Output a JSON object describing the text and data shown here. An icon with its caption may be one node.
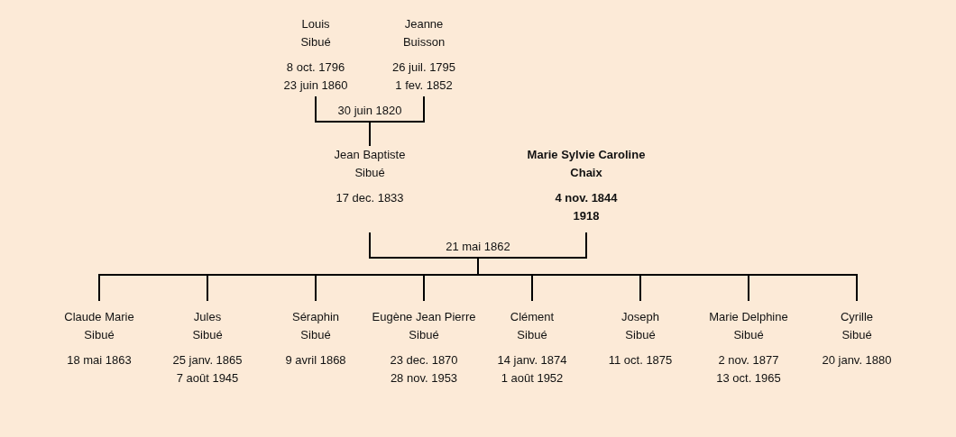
{
  "diagram": {
    "nodes": [
      {
        "text": [
          "Louis Sibué",
          "8 oct. 1796",
          "23 juin 1860"
        ]
      },
      {
        "text": [
          "Jeanne Buisson",
          "26 juil. 1795",
          "1 fev. 1852"
        ]
      },
      {
        "text": [
          "Jean Baptiste Sibué",
          "17 dec. 1833"
        ]
      },
      {
        "text": [
          "Marie Sylvie Caroline Chaix",
          "4 nov. 1844",
          "1918"
        ]
      },
      {
        "text": [
          "Claude Marie Sibué",
          "18 mai 1863"
        ]
      },
      {
        "text": [
          "Jules Sibué",
          "25 janv. 1865",
          "7 août 1945"
        ]
      },
      {
        "text": [
          "Séraphin Sibué",
          "9 avril 1868"
        ]
      },
      {
        "text": [
          "Eugène Jean Pierre Sibué",
          "23 dec. 1870",
          "28 nov. 1953"
        ]
      },
      {
        "text": [
          "Clément Sibué",
          "14 janv. 1874",
          "1 août 1952"
        ]
      },
      {
        "text": [
          "Joseph Sibué",
          "11 oct. 1875"
        ]
      },
      {
        "text": [
          "Marie Delphine Sibué",
          "2 nov. 1877",
          "13 oct. 1965"
        ]
      },
      {
        "text": [
          "Cyrille Sibué",
          "20 janv. 1880"
        ]
      }
    ],
    "edges": [
      {
        "from": 0,
        "to": 1,
        "arrow": "none",
        "label": "30 juin 1820"
      },
      {
        "from": 0,
        "to": 2,
        "arrow": "none"
      },
      {
        "from": 1,
        "to": 2,
        "arrow": "none"
      },
      {
        "from": 2,
        "to": 3,
        "arrow": "none",
        "label": "21 mai 1862"
      },
      {
        "from": 2,
        "to": 4,
        "arrow": "none"
      },
      {
        "from": 2,
        "to": 5,
        "arrow": "none"
      },
      {
        "from": 2,
        "to": 6,
        "arrow": "none"
      },
      {
        "from": 2,
        "to": 7,
        "arrow": "none"
      },
      {
        "from": 2,
        "to": 8,
        "arrow": "none"
      },
      {
        "from": 2,
        "to": 9,
        "arrow": "none"
      },
      {
        "from": 2,
        "to": 10,
        "arrow": "none"
      },
      {
        "from": 2,
        "to": 11,
        "arrow": "none"
      },
      {
        "from": 3,
        "to": 4,
        "arrow": "none"
      },
      {
        "from": 3,
        "to": 5,
        "arrow": "none"
      },
      {
        "from": 3,
        "to": 6,
        "arrow": "none"
      },
      {
        "from": 3,
        "to": 7,
        "arrow": "none"
      },
      {
        "from": 3,
        "to": 8,
        "arrow": "none"
      },
      {
        "from": 3,
        "to": 9,
        "arrow": "none"
      },
      {
        "from": 3,
        "to": 10,
        "arrow": "none"
      },
      {
        "from": 3,
        "to": 11,
        "arrow": "none"
      }
    ]
  }
}
